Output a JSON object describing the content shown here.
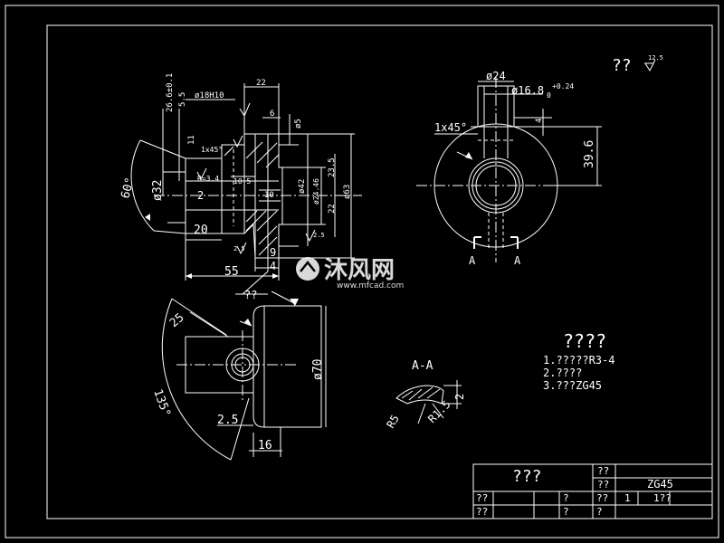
{
  "sheet": {
    "roughness_title": "??",
    "roughness_value": "12.5"
  },
  "front_view": {
    "dims": {
      "d22": "22",
      "d6": "6",
      "d26": "26.6±0.1",
      "d55_small": "5.5",
      "hole": "ø18H10",
      "d11": "11",
      "chamfer": "1x45°",
      "r34": "R=3.4",
      "d105": "10.5",
      "d5": "ø5",
      "d32": "ø32",
      "d2": "2",
      "d10": "10",
      "d42": "ø42",
      "d2446": "ø24.46",
      "d235": "23.5",
      "d22v": "22",
      "d63": "ø63",
      "d20": "20",
      "d9": "9",
      "d4": "4",
      "d55": "55",
      "angle60": "60°",
      "r25": "2.5",
      "r25b": "2.5"
    }
  },
  "side_view": {
    "dims": {
      "d24": "ø24",
      "d168": "ø16.8",
      "tol": "+0.24",
      "tol0": "0",
      "chamfer": "1x45°",
      "d4": "4",
      "d396": "39.6"
    },
    "section_a_left": "A",
    "section_a_right": "A"
  },
  "bottom_view": {
    "label": "??",
    "dims": {
      "d25": "25",
      "d70": "ø70",
      "a135": "135°",
      "d25b": "2.5",
      "d16": "16"
    }
  },
  "section": {
    "title": "A-A",
    "d2": "2",
    "r5": "R5",
    "r15": "R1.5"
  },
  "notes": {
    "title": "????",
    "line1": "1.?????R3-4",
    "line2": "2.????",
    "line3": "3.???ZG45"
  },
  "title_block": {
    "name": "???",
    "cell_r1": "??",
    "cell_r2": "??",
    "material": "ZG45",
    "c_r3a": "??",
    "c_r3b": "?",
    "c_r3c": "??",
    "c_r3d": "1",
    "c_r3e": "1??",
    "c_r4a": "??",
    "c_r4b": "?",
    "c_r4c": "?"
  },
  "watermark": {
    "brand": "沐风网",
    "url": "www.mfcad.com"
  }
}
